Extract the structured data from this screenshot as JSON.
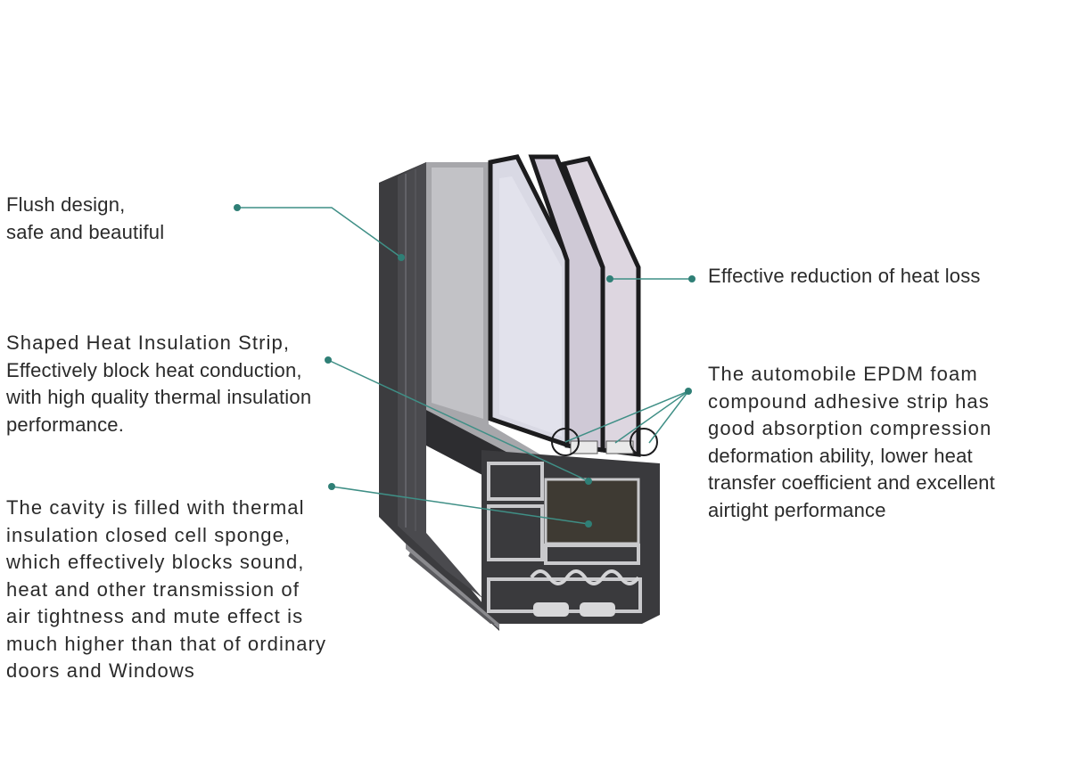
{
  "colors": {
    "leader_line": "#3f8f86",
    "leader_dot": "#2f7f76",
    "frame_dark": "#3b3b3d",
    "frame_mid": "#4b4b4e",
    "glass": "#c9c9d2",
    "text": "#2a2a2a"
  },
  "callouts": {
    "flush": {
      "lines": [
        "Flush design,",
        "safe and beautiful"
      ]
    },
    "heat_loss": {
      "lines": [
        "Effective reduction of heat loss"
      ]
    },
    "strip": {
      "lines": [
        "Shaped Heat Insulation Strip,",
        "Effectively block heat conduction,",
        "with high quality thermal insulation",
        "performance."
      ]
    },
    "epdm": {
      "lines": [
        "The automobile EPDM foam",
        "compound adhesive strip has",
        "good absorption compression",
        "deformation ability, lower heat",
        "transfer coefficient and excellent",
        "airtight performance"
      ]
    },
    "cavity": {
      "lines": [
        "The cavity is filled with thermal",
        "insulation closed cell sponge,",
        "which effectively blocks sound,",
        "heat and other transmission of",
        "air tightness and mute effect is",
        "much higher than that of ordinary",
        "doors and Windows"
      ]
    }
  }
}
